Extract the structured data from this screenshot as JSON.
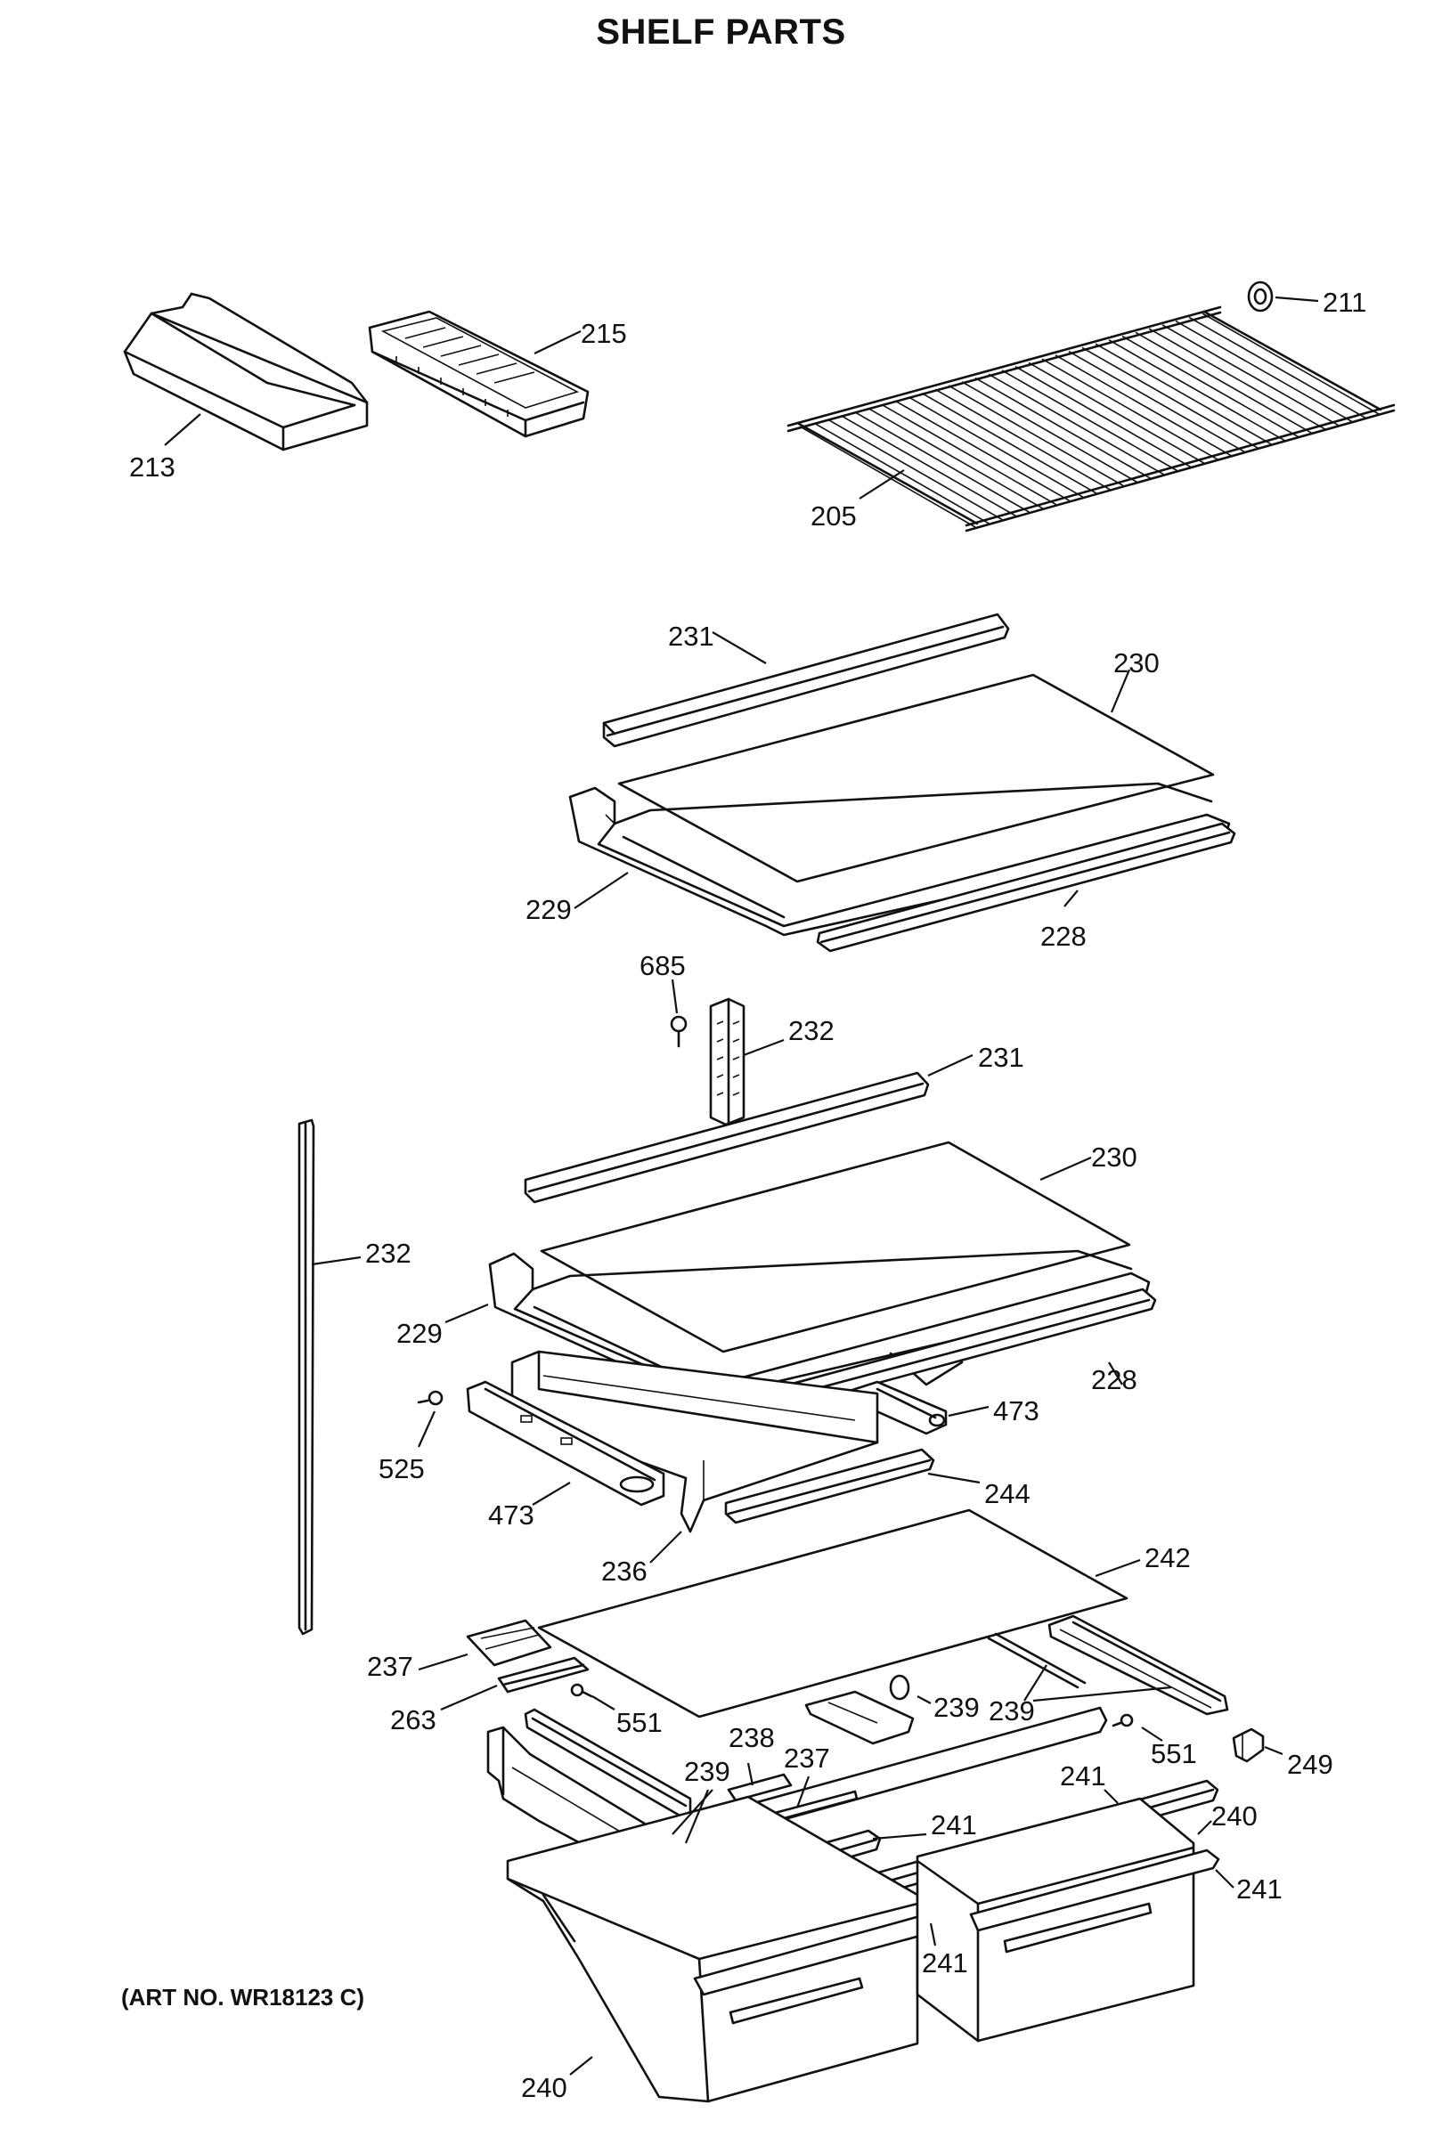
{
  "title": "SHELF PARTS",
  "art_number": "(ART NO. WR18123 C)",
  "parts": [
    {
      "id": "205"
    },
    {
      "id": "211"
    },
    {
      "id": "213"
    },
    {
      "id": "215"
    },
    {
      "id": "228"
    },
    {
      "id": "229"
    },
    {
      "id": "230"
    },
    {
      "id": "231"
    },
    {
      "id": "232"
    },
    {
      "id": "236"
    },
    {
      "id": "237"
    },
    {
      "id": "238"
    },
    {
      "id": "239"
    },
    {
      "id": "240"
    },
    {
      "id": "241"
    },
    {
      "id": "242"
    },
    {
      "id": "244"
    },
    {
      "id": "249"
    },
    {
      "id": "263"
    },
    {
      "id": "473"
    },
    {
      "id": "525"
    },
    {
      "id": "551"
    },
    {
      "id": "685"
    }
  ],
  "callouts": [
    {
      "text": "211"
    },
    {
      "text": "215"
    },
    {
      "text": "213"
    },
    {
      "text": "205"
    },
    {
      "text": "231"
    },
    {
      "text": "230"
    },
    {
      "text": "229"
    },
    {
      "text": "228"
    },
    {
      "text": "685"
    },
    {
      "text": "232"
    },
    {
      "text": "231"
    },
    {
      "text": "230"
    },
    {
      "text": "232"
    },
    {
      "text": "229"
    },
    {
      "text": "228"
    },
    {
      "text": "473"
    },
    {
      "text": "525"
    },
    {
      "text": "473"
    },
    {
      "text": "244"
    },
    {
      "text": "236"
    },
    {
      "text": "242"
    },
    {
      "text": "237"
    },
    {
      "text": "263"
    },
    {
      "text": "551"
    },
    {
      "text": "239"
    },
    {
      "text": "239"
    },
    {
      "text": "551"
    },
    {
      "text": "249"
    },
    {
      "text": "238"
    },
    {
      "text": "237"
    },
    {
      "text": "239"
    },
    {
      "text": "241"
    },
    {
      "text": "241"
    },
    {
      "text": "240"
    },
    {
      "text": "241"
    },
    {
      "text": "241"
    },
    {
      "text": "240"
    }
  ]
}
